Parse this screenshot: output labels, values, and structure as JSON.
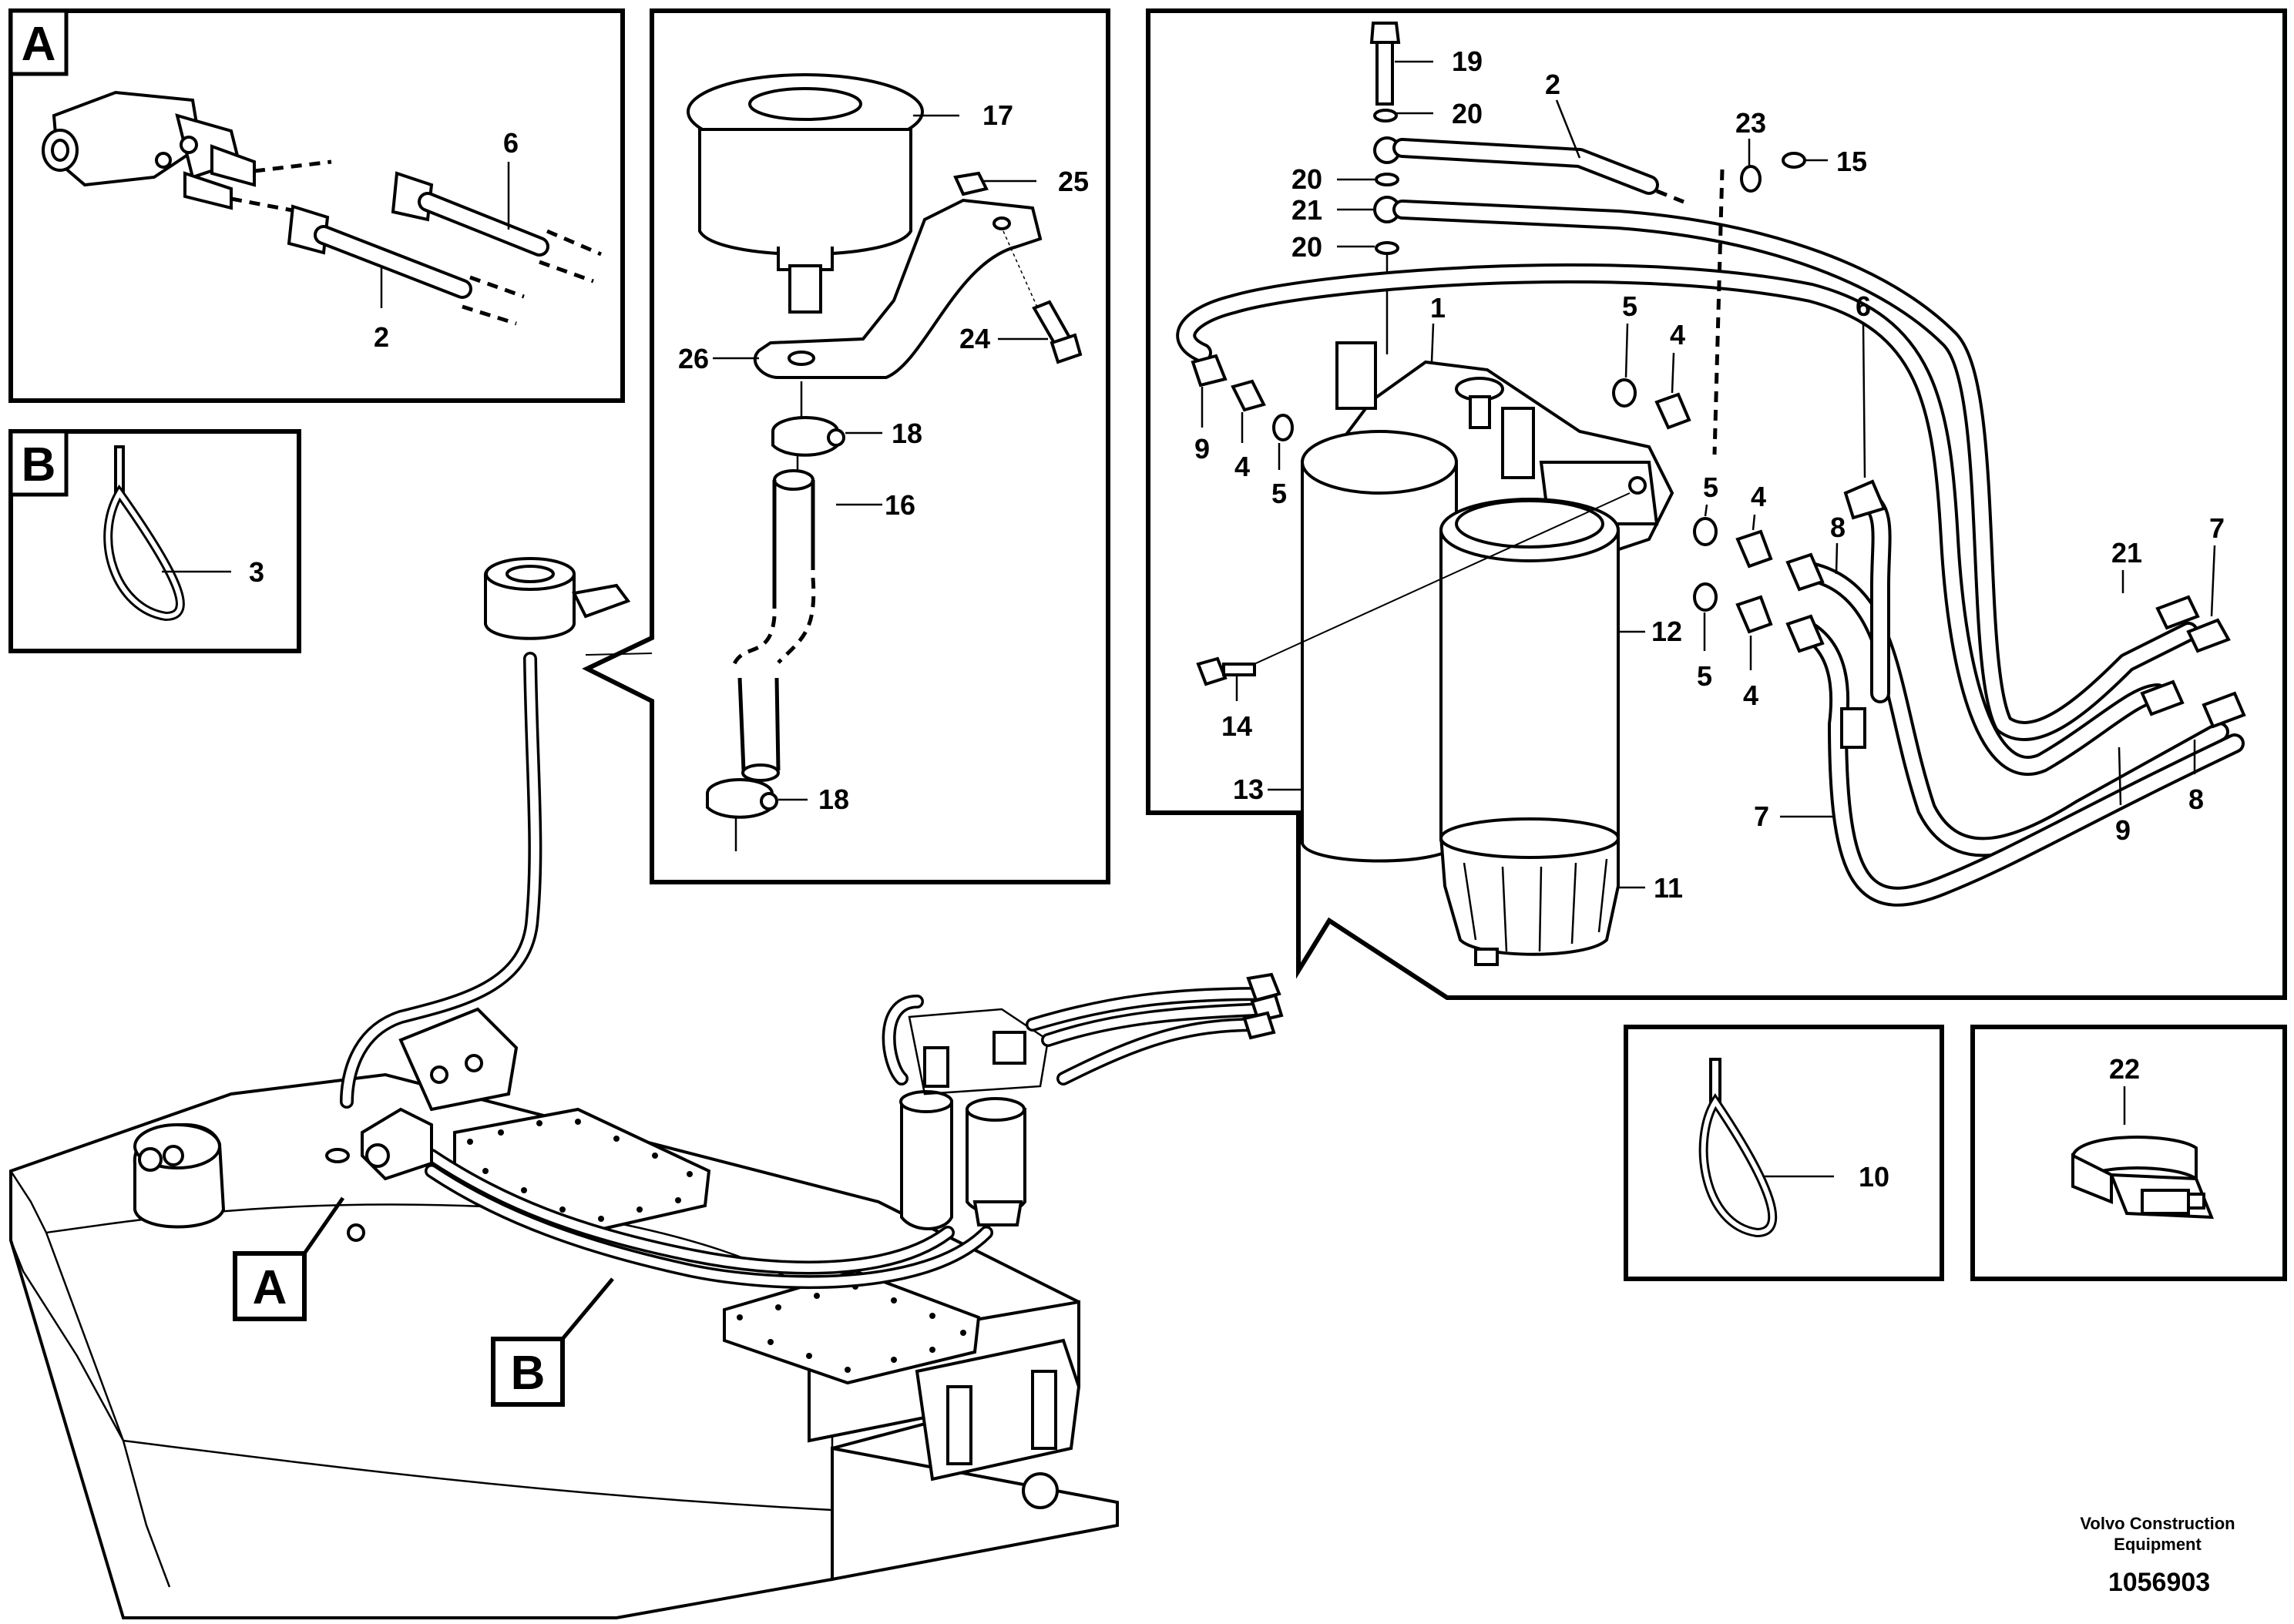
{
  "panels": {
    "a": "A",
    "b": "B"
  },
  "callouts": {
    "a1": "6",
    "a2": "2",
    "b1": "3",
    "c17": "17",
    "c25": "25",
    "c24": "24",
    "c26": "26",
    "c18a": "18",
    "c16": "16",
    "c18b": "18",
    "d19": "19",
    "d20a": "20",
    "d2": "2",
    "d23": "23",
    "d15": "15",
    "d20b": "20",
    "d21a": "21",
    "d20c": "20",
    "d1": "1",
    "d5a": "5",
    "d4a": "4",
    "d6": "6",
    "d9a": "9",
    "d4b": "4",
    "d5b": "5",
    "d5c": "5",
    "d4c": "4",
    "d8a": "8",
    "d7a": "7",
    "d21b": "21",
    "d12": "12",
    "d5d": "5",
    "d4d": "4",
    "d14": "14",
    "d13": "13",
    "d7b": "7",
    "d9b": "9",
    "d8b": "8",
    "d11": "11",
    "e10": "10",
    "f22": "22"
  },
  "labels": {
    "main_a": "A",
    "main_b": "B"
  },
  "footer": {
    "brand_line1": "Volvo Construction",
    "brand_line2": "Equipment",
    "doc_number": "1056903"
  }
}
